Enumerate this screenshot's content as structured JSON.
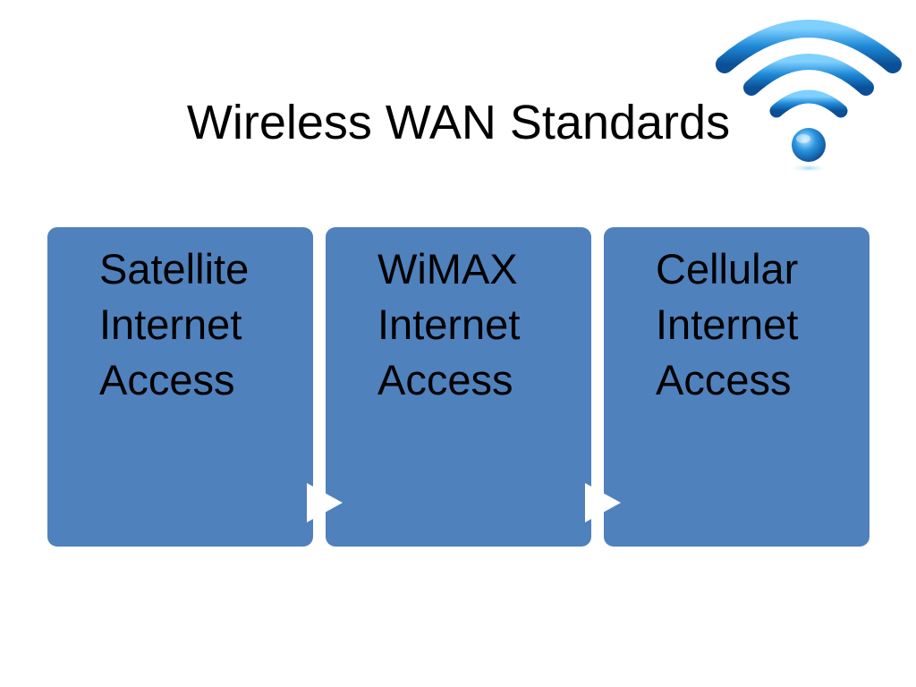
{
  "slide": {
    "title": "Wireless WAN Standards",
    "logo_icon": "wifi-signal-icon"
  },
  "process": {
    "steps": [
      {
        "label": "Satellite\nInternet\nAccess"
      },
      {
        "label": "WiMAX\nInternet\nAccess"
      },
      {
        "label": "Cellular\nInternet\nAccess"
      }
    ],
    "connector_icon": "chevron-right-triangle-icon"
  },
  "colors": {
    "box_fill": "#4f81bd",
    "arrow_fill": "#ffffff",
    "text": "#000000",
    "wifi_blue": "#1e88d6"
  }
}
